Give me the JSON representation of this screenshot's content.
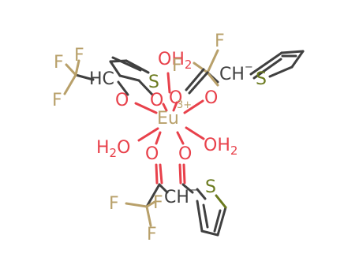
{
  "diagram": {
    "type": "chemical-structure",
    "colors": {
      "bond": "#404040",
      "oxygen": "#e8414b",
      "fluorine": "#b8a06a",
      "sulfur": "#6b7a1e",
      "europium": "#b8a06a"
    },
    "labels": {
      "f_top_left_1": "F",
      "f_top_left_2": "F",
      "f_top_left_3": "F",
      "ch_top_left": "HC",
      "s_top_left": "S",
      "o_top_left_1": "O",
      "o_top_left_2": "O",
      "water_top_H": "OH",
      "water_top_sub": "2",
      "f_top_right_1": "F",
      "f_top_right_2": "F",
      "ch_top_right": "CH",
      "ch_top_right_charge": "−",
      "s_top_right": "S",
      "o_top_right_1": "O",
      "o_top_right_2": "O",
      "eu": "Eu",
      "eu_charge": "3+",
      "water_left_H": "H",
      "water_left_sub": "2",
      "water_left_O": "O",
      "water_right": "OH",
      "water_right_sub": "2",
      "o_bottom_1": "O",
      "o_bottom_2": "O",
      "f_bottom_1": "F",
      "f_bottom_2": "F",
      "f_bottom_3": "F",
      "ch_bottom": "CH",
      "ch_bottom_charge": "−",
      "s_bottom": "S"
    }
  }
}
